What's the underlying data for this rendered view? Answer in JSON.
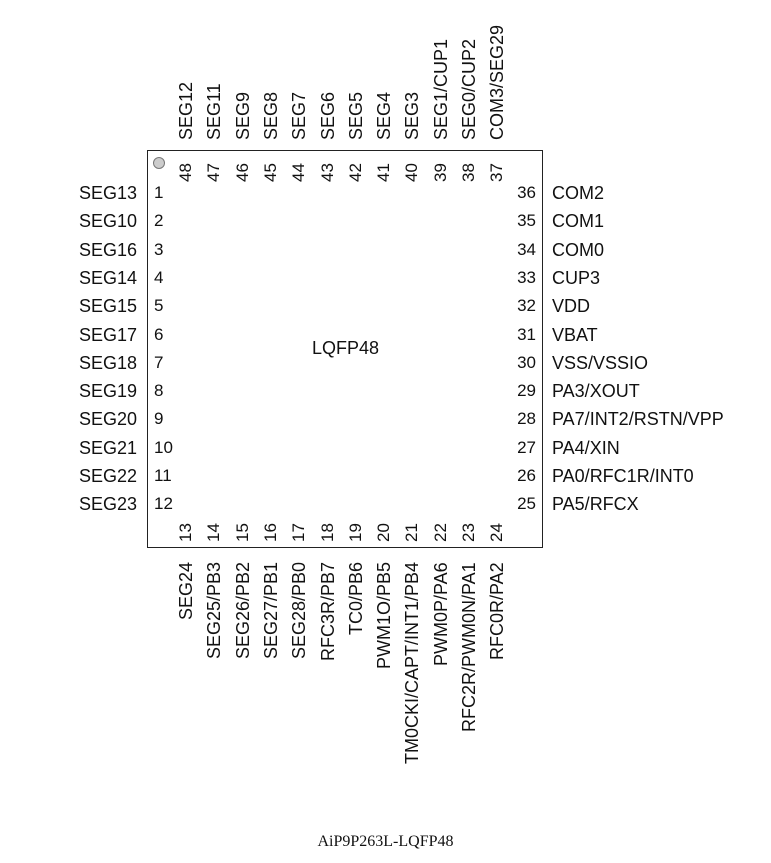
{
  "package_label": "LQFP48",
  "caption": "AiP9P263L-LQFP48",
  "pins_left": [
    {
      "num": "1",
      "name": "SEG13"
    },
    {
      "num": "2",
      "name": "SEG10"
    },
    {
      "num": "3",
      "name": "SEG16"
    },
    {
      "num": "4",
      "name": "SEG14"
    },
    {
      "num": "5",
      "name": "SEG15"
    },
    {
      "num": "6",
      "name": "SEG17"
    },
    {
      "num": "7",
      "name": "SEG18"
    },
    {
      "num": "8",
      "name": "SEG19"
    },
    {
      "num": "9",
      "name": "SEG20"
    },
    {
      "num": "10",
      "name": "SEG21"
    },
    {
      "num": "11",
      "name": "SEG22"
    },
    {
      "num": "12",
      "name": "SEG23"
    }
  ],
  "pins_bottom": [
    {
      "num": "13",
      "name": "SEG24"
    },
    {
      "num": "14",
      "name": "SEG25/PB3"
    },
    {
      "num": "15",
      "name": "SEG26/PB2"
    },
    {
      "num": "16",
      "name": "SEG27/PB1"
    },
    {
      "num": "17",
      "name": "SEG28/PB0"
    },
    {
      "num": "18",
      "name": "RFC3R/PB7"
    },
    {
      "num": "19",
      "name": "TC0/PB6"
    },
    {
      "num": "20",
      "name": "PWM1O/PB5"
    },
    {
      "num": "21",
      "name": "TM0CKI/CAPT/INT1/PB4"
    },
    {
      "num": "22",
      "name": "PWM0P/PA6"
    },
    {
      "num": "23",
      "name": "RFC2R/PWM0N/PA1"
    },
    {
      "num": "24",
      "name": "RFC0R/PA2"
    }
  ],
  "pins_right": [
    {
      "num": "25",
      "name": "PA5/RFCX"
    },
    {
      "num": "26",
      "name": "PA0/RFC1R/INT0"
    },
    {
      "num": "27",
      "name": "PA4/XIN"
    },
    {
      "num": "28",
      "name": "PA7/INT2/RSTN/VPP"
    },
    {
      "num": "29",
      "name": "PA3/XOUT"
    },
    {
      "num": "30",
      "name": "VSS/VSSIO"
    },
    {
      "num": "31",
      "name": "VBAT"
    },
    {
      "num": "32",
      "name": "VDD"
    },
    {
      "num": "33",
      "name": "CUP3"
    },
    {
      "num": "34",
      "name": "COM0"
    },
    {
      "num": "35",
      "name": "COM1"
    },
    {
      "num": "36",
      "name": "COM2"
    }
  ],
  "pins_top": [
    {
      "num": "37",
      "name": "COM3/SEG29"
    },
    {
      "num": "38",
      "name": "SEG0/CUP2"
    },
    {
      "num": "39",
      "name": "SEG1/CUP1"
    },
    {
      "num": "40",
      "name": "SEG3"
    },
    {
      "num": "41",
      "name": "SEG4"
    },
    {
      "num": "42",
      "name": "SEG5"
    },
    {
      "num": "43",
      "name": "SEG6"
    },
    {
      "num": "44",
      "name": "SEG7"
    },
    {
      "num": "45",
      "name": "SEG8"
    },
    {
      "num": "46",
      "name": "SEG9"
    },
    {
      "num": "47",
      "name": "SEG11"
    },
    {
      "num": "48",
      "name": "SEG12"
    }
  ]
}
